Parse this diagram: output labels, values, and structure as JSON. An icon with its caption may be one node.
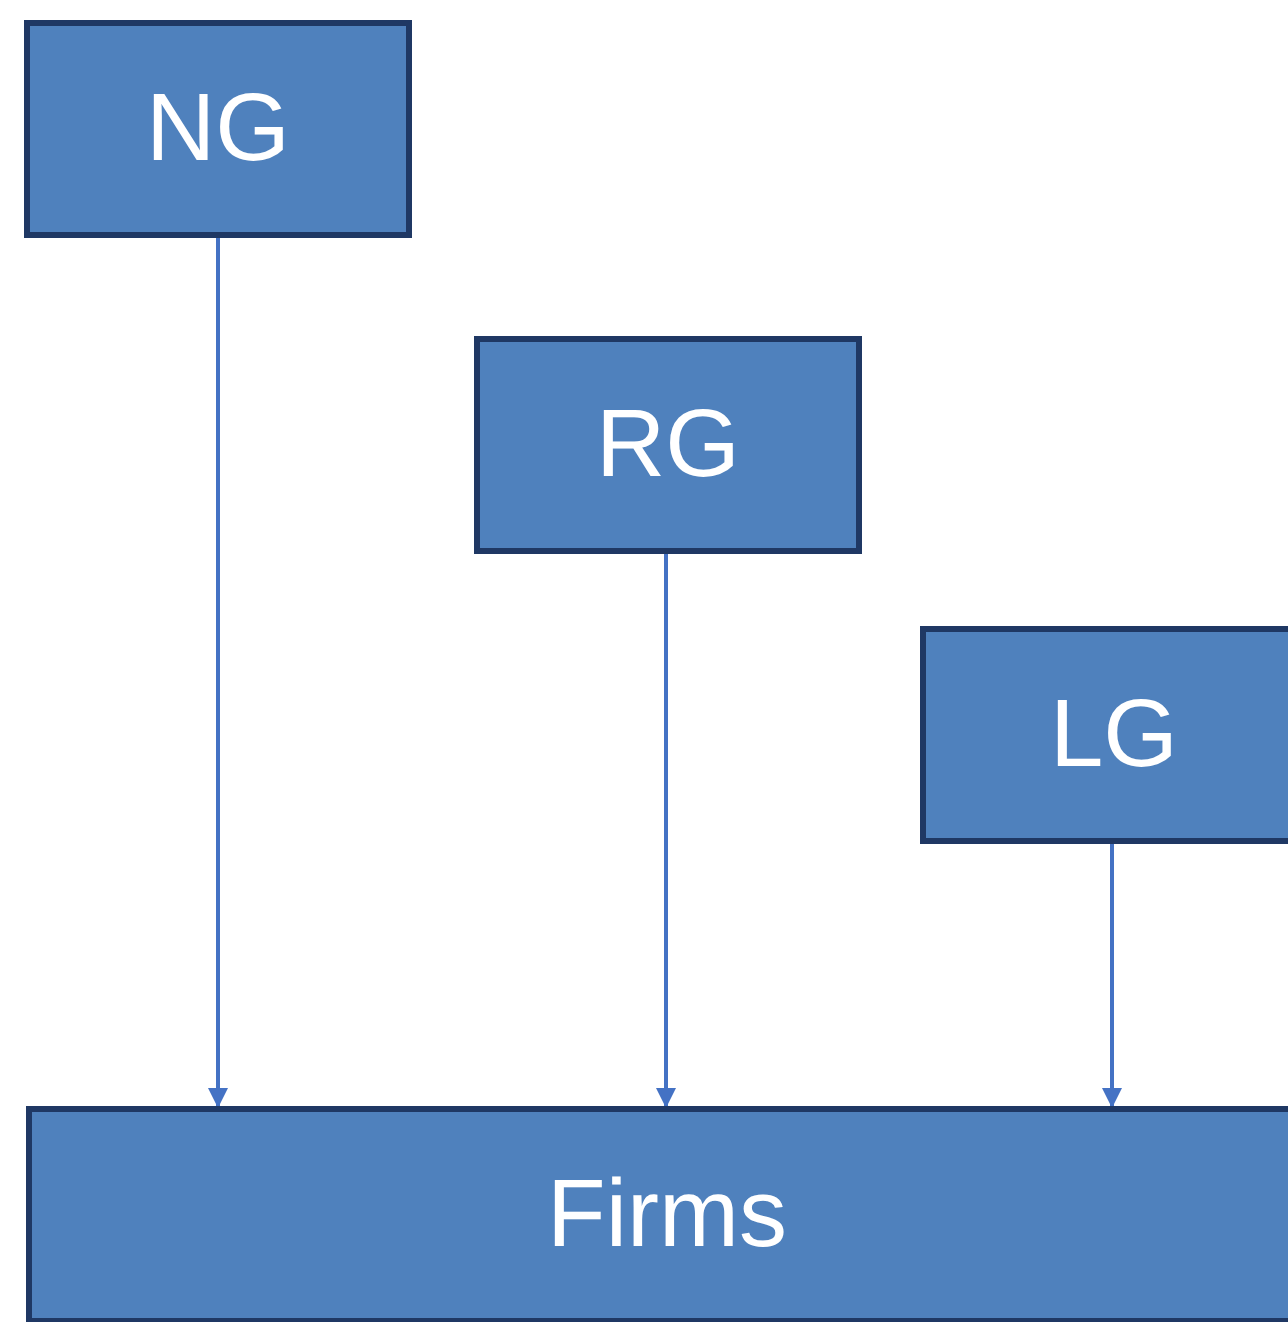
{
  "diagram": {
    "nodes": [
      {
        "text": [
          "NG"
        ]
      },
      {
        "text": [
          "RG"
        ]
      },
      {
        "text": [
          "LG"
        ]
      },
      {
        "text": [
          "Firms"
        ]
      }
    ],
    "edges": [
      {
        "from": 0,
        "to": 3,
        "arrow": "to"
      },
      {
        "from": 1,
        "to": 3,
        "arrow": "to"
      },
      {
        "from": 2,
        "to": 3,
        "arrow": "to"
      }
    ]
  }
}
